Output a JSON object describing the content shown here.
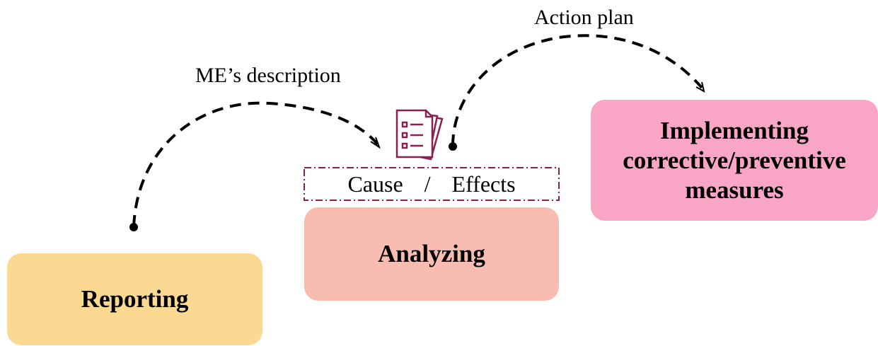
{
  "stages": {
    "reporting": {
      "label": "Reporting",
      "color": "#fcd993"
    },
    "analyzing": {
      "label": "Analyzing",
      "color": "#f9bcb0"
    },
    "implementing": {
      "lines": [
        "Implementing",
        "corrective/preventive",
        "measures"
      ],
      "color": "#f8a5c6"
    }
  },
  "flows": {
    "reporting_to_analyzing": "ME’s description",
    "analyzing_to_implementing": "Action plan"
  },
  "analysis_frame": {
    "cause": "Cause",
    "separator": "/",
    "effects": "Effects",
    "border_color": "#8a2050"
  },
  "icons": {
    "analysis": "checklist-document-icon"
  }
}
